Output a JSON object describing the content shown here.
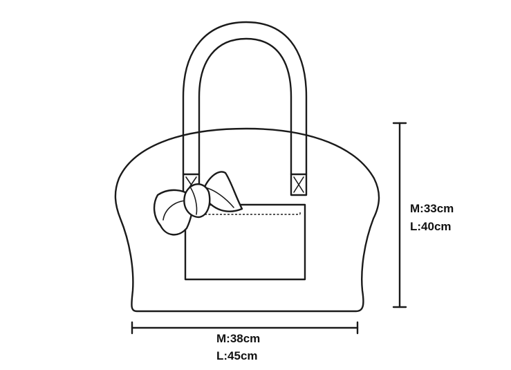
{
  "dimensions": {
    "height": {
      "medium": "M:33cm",
      "large": "L:40cm"
    },
    "width": {
      "medium": "M:38cm",
      "large": "L:45cm"
    }
  },
  "colors": {
    "line": "#1a1a1a",
    "background": "#ffffff",
    "text": "#111111"
  },
  "icons": [
    "handbag-illustration",
    "bow-icon",
    "vertical-dimension-line",
    "horizontal-dimension-line"
  ]
}
